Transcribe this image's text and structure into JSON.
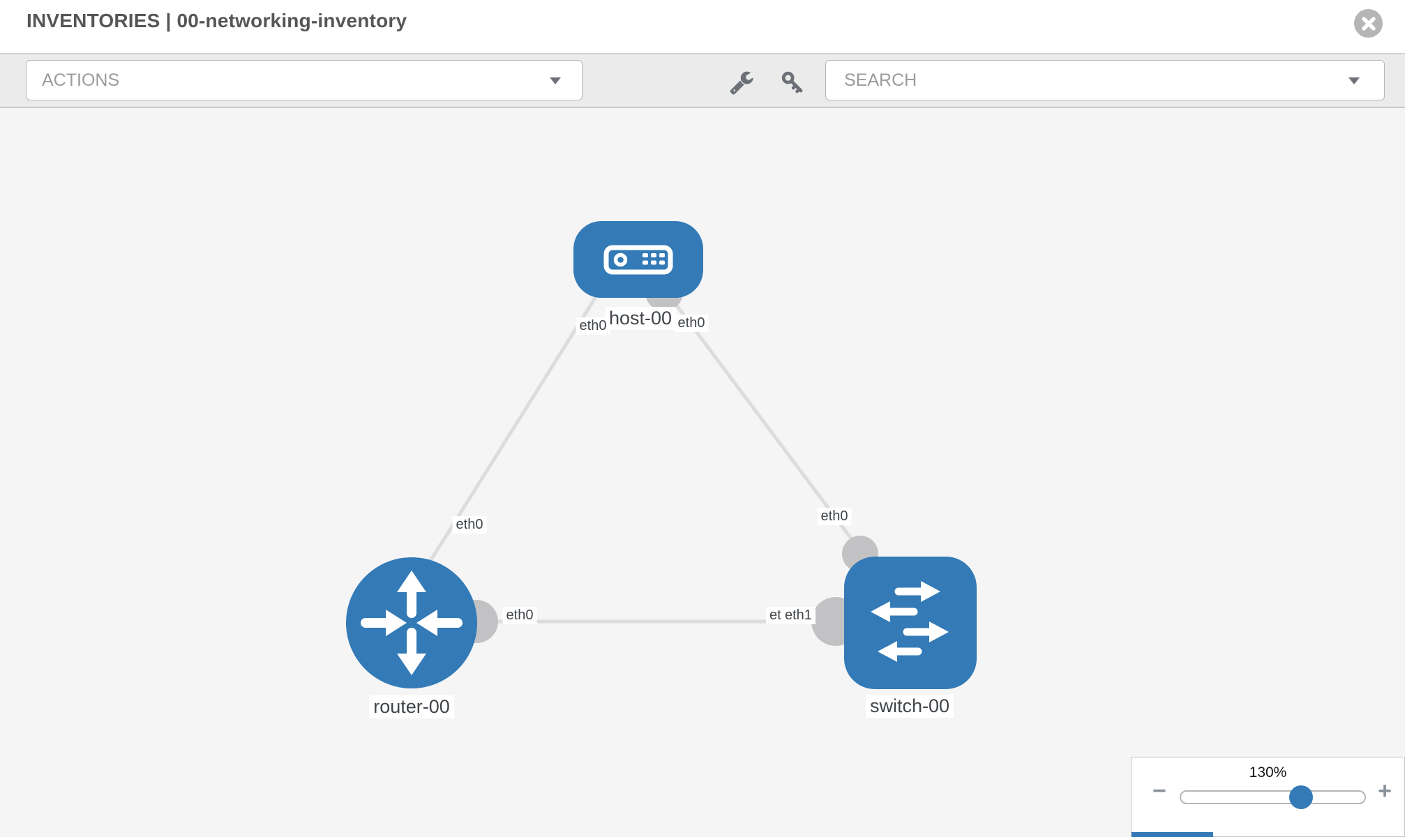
{
  "header": {
    "title": "INVENTORIES | 00-networking-inventory"
  },
  "toolbar": {
    "actions_label": "ACTIONS",
    "search_label": "SEARCH",
    "icons": [
      "wrench-icon",
      "key-icon"
    ]
  },
  "topology": {
    "labels": {
      "host": "host-00",
      "router": "router-00",
      "switch": "switch-00"
    },
    "interfaces": {
      "host_left": "eth0",
      "host_right": "eth0",
      "router_top": "eth0",
      "switch_top": "eth0",
      "router_right": "eth0",
      "switch_left_back": "eth0",
      "switch_left_front": "eth1"
    },
    "links": [
      {
        "from": "host-00",
        "from_if": "eth0",
        "to": "router-00",
        "to_if": "eth0"
      },
      {
        "from": "host-00",
        "from_if": "eth0",
        "to": "switch-00",
        "to_if": "eth0"
      },
      {
        "from": "router-00",
        "from_if": "eth0",
        "to": "switch-00",
        "to_if": "eth1"
      }
    ],
    "node_types": [
      "host",
      "router",
      "switch"
    ]
  },
  "zoom_control": {
    "value": "130%",
    "minus_label": "−",
    "plus_label": "+",
    "slider_position_pct": 64
  },
  "colors": {
    "node_blue": "#337ab7",
    "port_gray": "#c2c2c4",
    "edge_gray": "#dcdcdd",
    "toolbar_bg": "#ebebec",
    "canvas_bg": "#f5f5f6"
  }
}
